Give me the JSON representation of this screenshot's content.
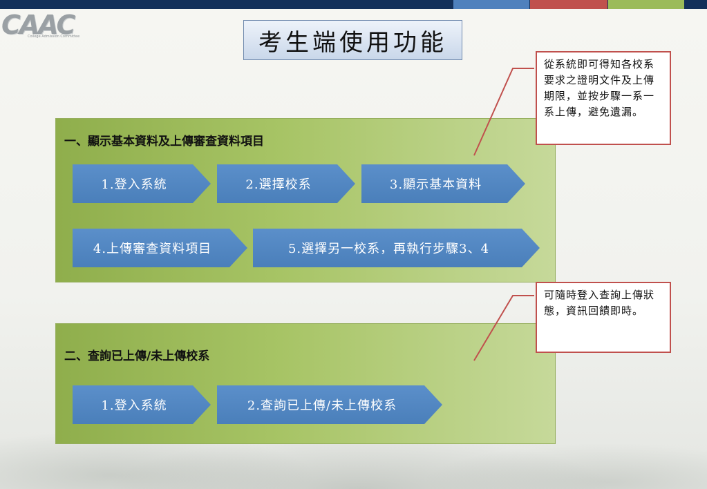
{
  "logo": {
    "text": "CAAC",
    "subtitle": "College Admission Committee"
  },
  "title": "考生端使用功能",
  "section1": {
    "heading": "一、顯示基本資料及上傳審查資料項目",
    "steps": [
      "1.登入系統",
      "2.選擇校系",
      "3.顯示基本資料",
      "4.上傳審查資料項目",
      "5.選擇另一校系，再執行步驟3、4"
    ]
  },
  "section2": {
    "heading": "二、查詢已上傳/未上傳校系",
    "steps": [
      "1.登入系統",
      "2.查詢已上傳/未上傳校系"
    ]
  },
  "callouts": {
    "c1": "從系統即可得知各校系要求之證明文件及上傳期限，並按步驟一系一系上傳，避免遺漏。",
    "c2": "可隨時登入查詢上傳狀態，資訊回饋即時。"
  },
  "colors": {
    "navy": "#13305a",
    "blue": "#4f81bd",
    "red": "#c0504d",
    "green": "#9bbb59",
    "step_fill": "#4f81bd",
    "callout_border": "#c0504d"
  }
}
